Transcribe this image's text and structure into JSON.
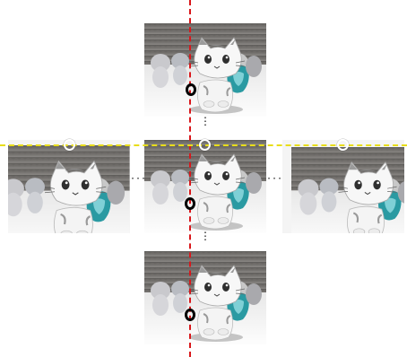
{
  "figure": {
    "panels": [
      {
        "id": "top",
        "description_icon": "cat-figurine-photo"
      },
      {
        "id": "left",
        "description_icon": "cat-figurine-photo"
      },
      {
        "id": "center",
        "description_icon": "cat-figurine-photo"
      },
      {
        "id": "right",
        "description_icon": "cat-figurine-photo"
      },
      {
        "id": "bottom",
        "description_icon": "cat-figurine-photo"
      }
    ],
    "continuation_symbols": {
      "vertical": "⋮",
      "horizontal": "···"
    },
    "colors": {
      "vertical_line": "#d9171b",
      "horizontal_line": "#e8dd1a",
      "black_marker": "#000000",
      "white_marker": "#ffffff"
    }
  }
}
